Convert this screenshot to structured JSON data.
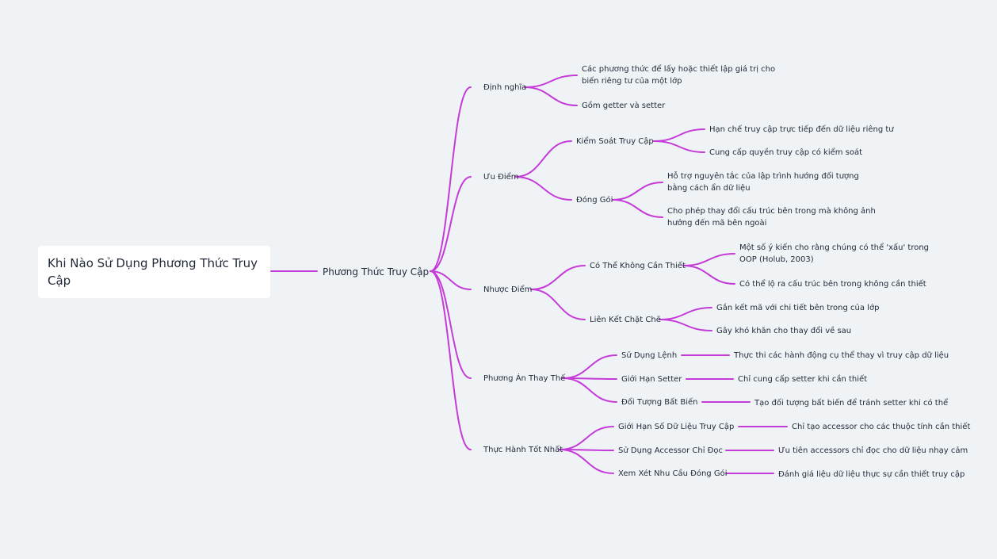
{
  "colors": {
    "background": "#eff3f6",
    "edge": "#c43bd8",
    "text": "#1f2937"
  },
  "root": {
    "label": "Khi Nào Sử Dụng Phương Thức Truy Cập"
  },
  "main": {
    "label": "Phương Thức Truy Cập"
  },
  "branches": [
    {
      "label": "Định nghĩa",
      "children": [
        {
          "label": "Các phương thức để lấy hoặc thiết lập giá trị cho biến riêng tư của một lớp"
        },
        {
          "label": "Gồm getter và setter"
        }
      ]
    },
    {
      "label": "Ưu Điểm",
      "children": [
        {
          "label": "Kiểm Soát Truy Cập",
          "children": [
            {
              "label": "Hạn chế truy cập trực tiếp đến dữ liệu riêng tư"
            },
            {
              "label": "Cung cấp quyền truy cập có kiểm soát"
            }
          ]
        },
        {
          "label": "Đóng Gói",
          "children": [
            {
              "label": "Hỗ trợ nguyên tắc của lập trình hướng đối tượng bằng cách ẩn dữ liệu"
            },
            {
              "label": "Cho phép thay đổi cấu trúc bên trong mà không ảnh hưởng đến mã bên ngoài"
            }
          ]
        }
      ]
    },
    {
      "label": "Nhược Điểm",
      "children": [
        {
          "label": "Có Thể Không Cần Thiết",
          "children": [
            {
              "label": "Một số ý kiến cho rằng chúng có thể 'xấu' trong OOP (Holub, 2003)"
            },
            {
              "label": "Có thể lộ ra cấu trúc bên trong không cần thiết"
            }
          ]
        },
        {
          "label": "Liên Kết Chặt Chẽ",
          "children": [
            {
              "label": "Gắn kết mã với chi tiết bên trong của lớp"
            },
            {
              "label": "Gây khó khăn cho thay đổi về sau"
            }
          ]
        }
      ]
    },
    {
      "label": "Phương Án Thay Thế",
      "children": [
        {
          "label": "Sử Dụng Lệnh",
          "children": [
            {
              "label": "Thực thi các hành động cụ thể thay vì truy cập dữ liệu"
            }
          ]
        },
        {
          "label": "Giới Hạn Setter",
          "children": [
            {
              "label": "Chỉ cung cấp setter khi cần thiết"
            }
          ]
        },
        {
          "label": "Đối Tượng Bất Biến",
          "children": [
            {
              "label": "Tạo đối tượng bất biến để tránh setter khi có thể"
            }
          ]
        }
      ]
    },
    {
      "label": "Thực Hành Tốt Nhất",
      "children": [
        {
          "label": "Giới Hạn Số Dữ Liệu Truy Cập",
          "children": [
            {
              "label": "Chỉ tạo accessor cho các thuộc tính cần thiết"
            }
          ]
        },
        {
          "label": "Sử Dụng Accessor Chỉ Đọc",
          "children": [
            {
              "label": "Ưu tiên accessors chỉ đọc cho dữ liệu nhạy cảm"
            }
          ]
        },
        {
          "label": "Xem Xét Nhu Cầu Đóng Gói",
          "children": [
            {
              "label": "Đánh giá liệu dữ liệu thực sự cần thiết truy cập"
            }
          ]
        }
      ]
    }
  ]
}
